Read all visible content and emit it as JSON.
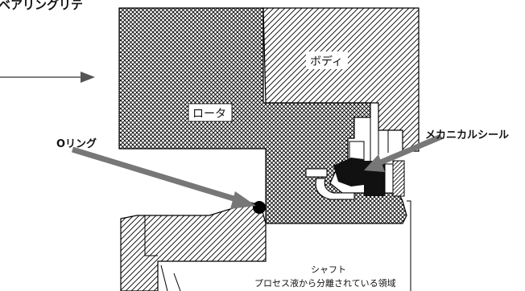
{
  "labels": {
    "top_left_partial": "ベアリングリテ",
    "body": "ボディ",
    "rotor": "ロータ",
    "o_ring": "Oリング",
    "mechanical_seal": "メカニカルシール",
    "shaft_title": "シャフト",
    "shaft_note": "プロセス液から分離されている領域"
  },
  "colors": {
    "arrow": "#7a7a7a",
    "outline": "#000000",
    "crosshatch": "#000000",
    "hatch": "#000000",
    "seal_black": "#111111",
    "oring_fill": "#000000"
  },
  "icons": {
    "callout_arrows": [
      "arrow-right-icon",
      "o-ring-pointer-arrow",
      "mechanical-seal-pointer-arrow"
    ]
  }
}
